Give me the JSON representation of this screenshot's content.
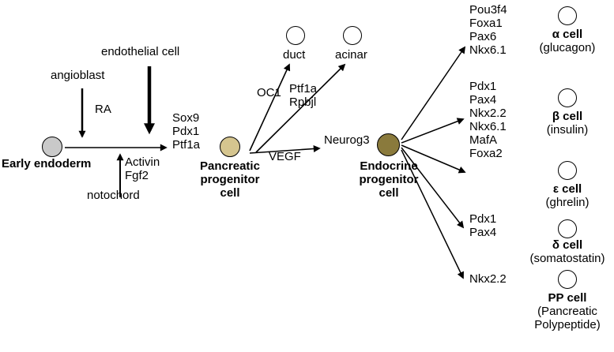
{
  "colors": {
    "early_endoderm_fill": "#c9c9c9",
    "pancreatic_fill": "#d5c58f",
    "endocrine_fill": "#8a7a3c",
    "blank_cell_fill": "#ffffff",
    "line": "#000000"
  },
  "left": {
    "early_endoderm": "Early endoderm",
    "angioblast": "angioblast",
    "ra": "RA",
    "endothelial_cell": "endothelial cell",
    "activin_fgf2": "Activin\nFgf2",
    "notochord": "notochord"
  },
  "pancreatic": {
    "genes": "Sox9\nPdx1\nPtf1a",
    "label": "Pancreatic\nprogenitor\ncell",
    "oc1": "OC1",
    "ptf1a_rpbjl": "Ptf1a\nRpbjl",
    "duct": "duct",
    "acinar": "acinar",
    "vegf": "VEGF"
  },
  "endocrine": {
    "neurog3": "Neurog3",
    "label": "Endocrine\nprogenitor\ncell"
  },
  "branches": {
    "alpha_genes": "Pou3f4\nFoxa1\nPax6\nNkx6.1",
    "beta_genes": "Pdx1\nPax4\nNkx2.2\nNkx6.1\nMafA\nFoxa2",
    "delta_genes": "Pdx1\nPax4",
    "pp_genes": "Nkx2.2"
  },
  "cells": [
    {
      "name": "α cell",
      "hormone": "(glucagon)"
    },
    {
      "name": "β cell",
      "hormone": "(insulin)"
    },
    {
      "name": "ε cell",
      "hormone": "(ghrelin)"
    },
    {
      "name": "δ cell",
      "hormone": "(somatostatin)"
    },
    {
      "name": "PP cell",
      "hormone": "(Pancreatic\nPolypeptide)"
    }
  ]
}
